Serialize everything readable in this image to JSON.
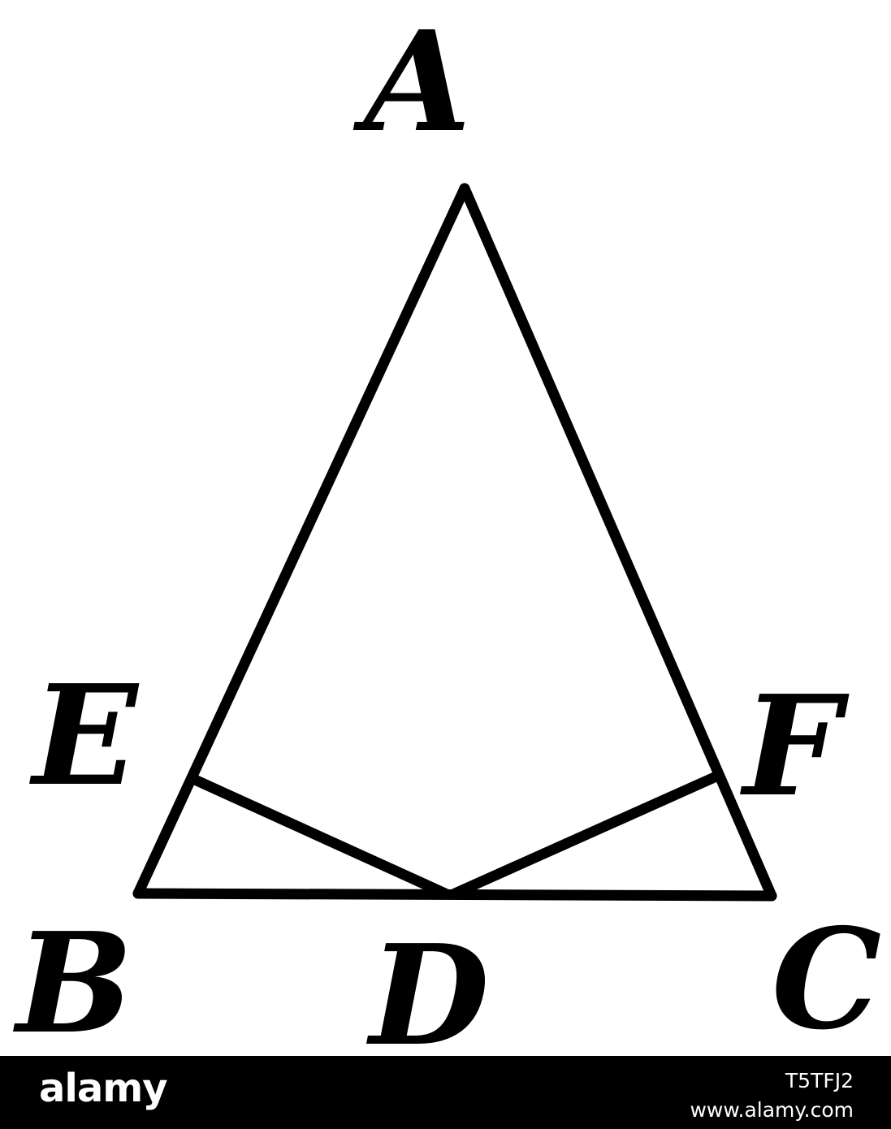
{
  "diagram": {
    "labels": {
      "A": "A",
      "B": "B",
      "C": "C",
      "D": "D",
      "E": "E",
      "F": "F"
    },
    "segments": [
      "AB",
      "AC",
      "BC",
      "ED",
      "FD"
    ],
    "line_color": "#000000",
    "background_color": "#ffffff"
  },
  "footer": {
    "logo": "alamy",
    "image_code": "T5TFJ2",
    "url": "www.alamy.com",
    "background_color": "#000000",
    "text_color": "#ffffff"
  }
}
